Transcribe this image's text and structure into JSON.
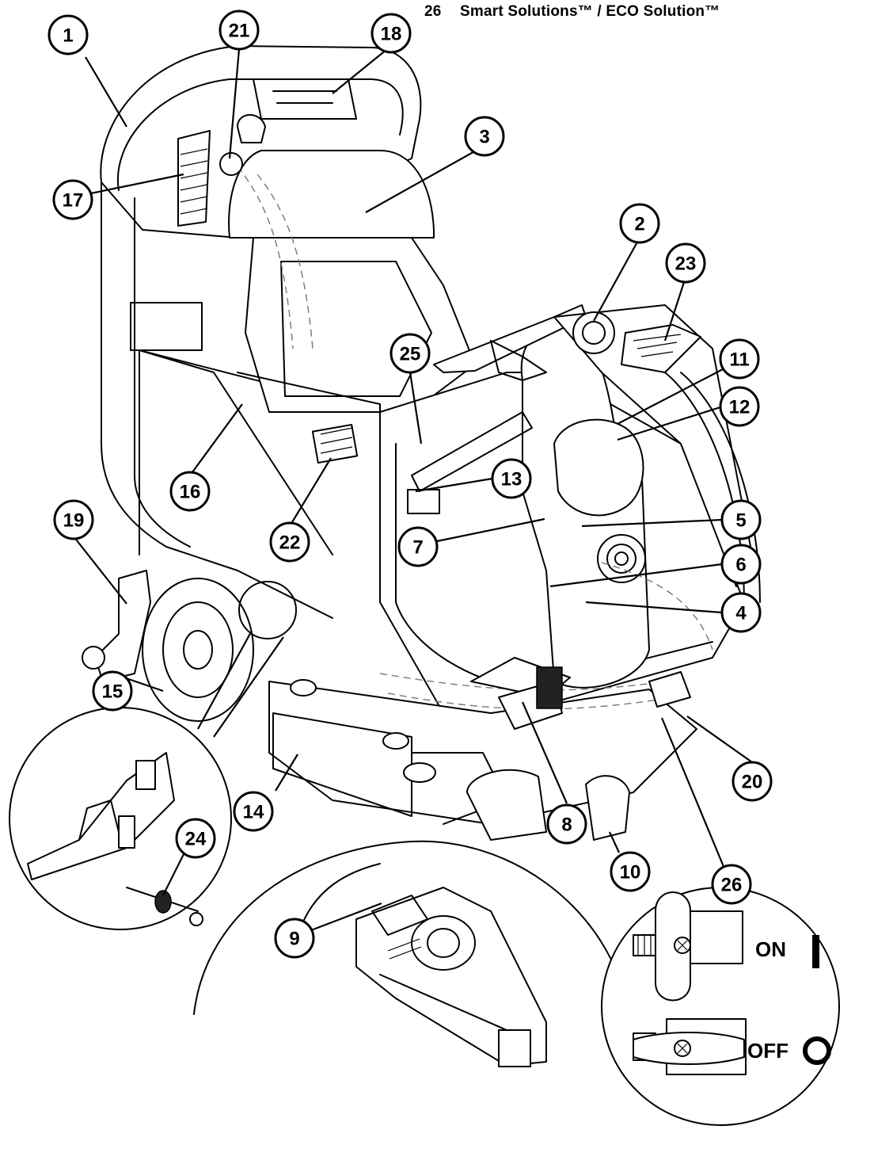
{
  "header": {
    "page_number": "26",
    "title": "Smart Solutions™ / ECO Solution™"
  },
  "callouts": [
    "1",
    "2",
    "3",
    "4",
    "5",
    "6",
    "7",
    "8",
    "9",
    "10",
    "11",
    "12",
    "13",
    "14",
    "15",
    "16",
    "17",
    "18",
    "19",
    "20",
    "21",
    "22",
    "23",
    "24",
    "25",
    "26"
  ],
  "valve_inset": {
    "on_label": "ON",
    "off_label": "OFF"
  }
}
